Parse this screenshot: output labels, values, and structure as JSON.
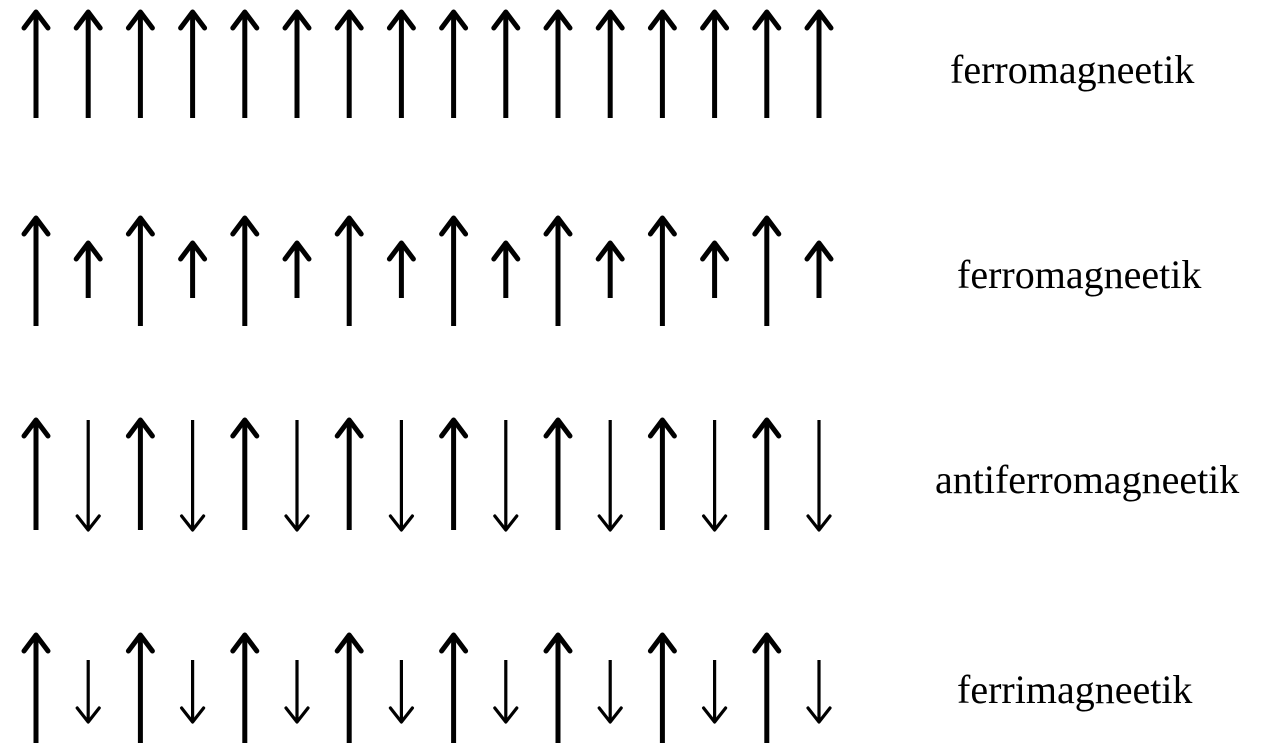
{
  "rows": [
    {
      "label": "ferromagneetik",
      "spins": [
        "up",
        "up",
        "up",
        "up",
        "up",
        "up",
        "up",
        "up",
        "up",
        "up",
        "up",
        "up",
        "up",
        "up",
        "up",
        "up"
      ],
      "magnitudes": [
        "large",
        "large",
        "large",
        "large",
        "large",
        "large",
        "large",
        "large",
        "large",
        "large",
        "large",
        "large",
        "large",
        "large",
        "large",
        "large"
      ]
    },
    {
      "label": "ferromagneetik",
      "spins": [
        "up",
        "up",
        "up",
        "up",
        "up",
        "up",
        "up",
        "up",
        "up",
        "up",
        "up",
        "up",
        "up",
        "up",
        "up",
        "up"
      ],
      "magnitudes": [
        "large",
        "small",
        "large",
        "small",
        "large",
        "small",
        "large",
        "small",
        "large",
        "small",
        "large",
        "small",
        "large",
        "small",
        "large",
        "small"
      ]
    },
    {
      "label": "antiferromagneetik",
      "spins": [
        "up",
        "down",
        "up",
        "down",
        "up",
        "down",
        "up",
        "down",
        "up",
        "down",
        "up",
        "down",
        "up",
        "down",
        "up",
        "down"
      ],
      "magnitudes": [
        "large",
        "large",
        "large",
        "large",
        "large",
        "large",
        "large",
        "large",
        "large",
        "large",
        "large",
        "large",
        "large",
        "large",
        "large",
        "large"
      ]
    },
    {
      "label": "ferrimagneetik",
      "spins": [
        "up",
        "down",
        "up",
        "down",
        "up",
        "down",
        "up",
        "down",
        "up",
        "down",
        "up",
        "down",
        "up",
        "down",
        "up",
        "down"
      ],
      "magnitudes": [
        "large",
        "small",
        "large",
        "small",
        "large",
        "small",
        "large",
        "small",
        "large",
        "small",
        "large",
        "small",
        "large",
        "small",
        "large",
        "small"
      ]
    }
  ]
}
